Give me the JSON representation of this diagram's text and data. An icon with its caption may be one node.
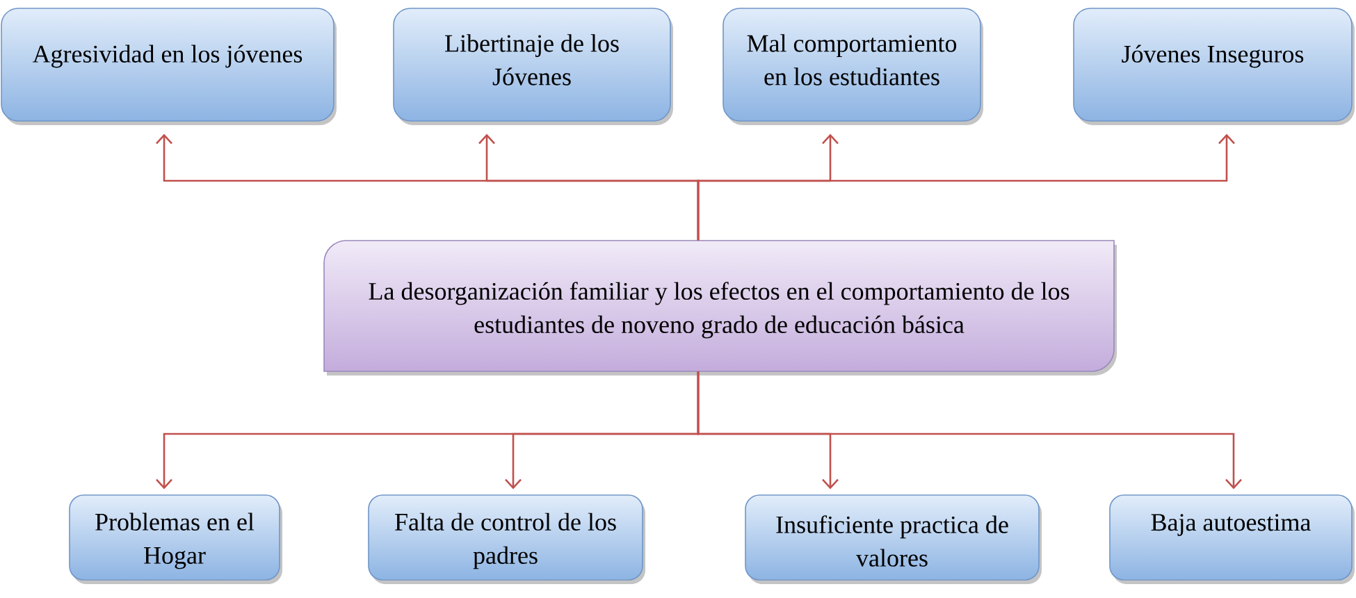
{
  "diagram": {
    "nodes": [
      {
        "text": [
          "Agresividad en los jóvenes"
        ]
      },
      {
        "text": [
          "Libertinaje de los Jóvenes"
        ]
      },
      {
        "text": [
          "Mal comportamiento en los estudiantes"
        ]
      },
      {
        "text": [
          "Jóvenes Inseguros"
        ]
      },
      {
        "text": [
          "La desorganización familiar y los efectos en el comportamiento de los estudiantes de noveno grado de educación básica"
        ]
      },
      {
        "text": [
          "Problemas en el Hogar"
        ]
      },
      {
        "text": [
          "Falta de control de los padres"
        ]
      },
      {
        "text": [
          "Insuficiente practica de valores"
        ]
      },
      {
        "text": [
          "Baja autoestima"
        ]
      }
    ],
    "edges": [
      {
        "from": 4,
        "to": 0,
        "arrow": "to"
      },
      {
        "from": 4,
        "to": 1,
        "arrow": "to"
      },
      {
        "from": 4,
        "to": 2,
        "arrow": "to"
      },
      {
        "from": 4,
        "to": 3,
        "arrow": "to"
      },
      {
        "from": 4,
        "to": 5,
        "arrow": "to"
      },
      {
        "from": 4,
        "to": 6,
        "arrow": "to"
      },
      {
        "from": 4,
        "to": 7,
        "arrow": "to"
      },
      {
        "from": 4,
        "to": 8,
        "arrow": "to"
      }
    ]
  }
}
